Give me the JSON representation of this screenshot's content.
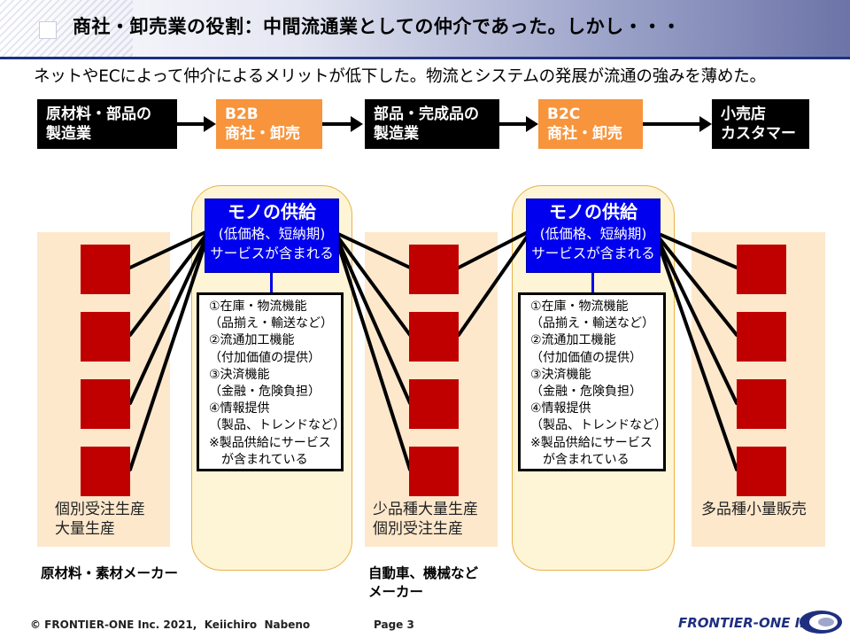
{
  "header": {
    "title": "商社・卸売業の役割：中間流通業としての仲介であった。しかし・・・"
  },
  "subtitle": "ネットやECによって仲介によるメリットが低下した。物流とシステムの発展が流通の強みを薄めた。",
  "flow": [
    {
      "label": "原材料・部品の\n製造業",
      "style": "dark"
    },
    {
      "label": "B2B\n商社・卸売",
      "style": "orange"
    },
    {
      "label": "部品・完成品の\n製造業",
      "style": "dark"
    },
    {
      "label": "B2C\n商社・卸売",
      "style": "orange"
    },
    {
      "label": "小売店\nカスタマー",
      "style": "dark"
    }
  ],
  "supply": {
    "title": "モノの供給",
    "line2": "(低価格、短納期)",
    "line3": "サービスが含まれる"
  },
  "functions": "①在庫・物流機能\n（品揃え・輸送など）\n②流通加工機能\n（付加価値の提供）\n③決済機能\n（金融・危険負担）\n④情報提供\n（製品、トレンドなど）\n※製品供給にサービス\n　が含まれている",
  "columns": {
    "left_label": "個別受注生産\n大量生産",
    "middle_label": "少品種大量生産\n個別受注生産",
    "right_label": "多品種小量販売"
  },
  "bottom_labels": {
    "left": "原材料・素材メーカー",
    "middle": "自動車、機械など\nメーカー"
  },
  "footer": {
    "copyright": "© FRONTIER-ONE Inc. 2021,  Keiichiro  Nabeno",
    "page": "Page 3",
    "brand": "FRONTIER-ONE Inc."
  },
  "colors": {
    "header_rule": "#1f2f80",
    "flow_dark": "#000000",
    "flow_orange": "#f7943c",
    "supply_blue": "#0000ee",
    "red_block": "#c00000",
    "peach": "#fde8cc",
    "cream": "#fdf5d5"
  }
}
